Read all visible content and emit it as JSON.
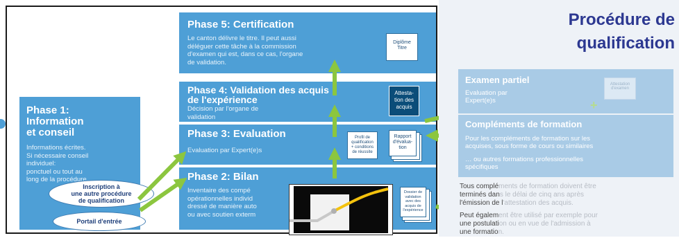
{
  "phase1": {
    "title": "Phase 1:\nInformation\net conseil",
    "body": "Informations écrites.\nSi nécessaire conseil\nindividuel:\nponctuel ou tout au\nlong de la procédure"
  },
  "ovals": {
    "inscription": "Inscription à\nune autre procédure\nde qualification",
    "portail": "Portail d'entrée"
  },
  "phase2": {
    "title": "Phase 2: Bilan",
    "body": "Inventaire des compé\nopérationnelles individ\ndressé de manière auto\nou avec soutien exterm"
  },
  "phase3": {
    "title": "Phase 3: Evaluation",
    "body": "Evaluation par Expert(e)s"
  },
  "phase4": {
    "title": "Phase 4: Validation des acquis\nde l'expérience",
    "body": "Décision par l'organe de\nvalidation"
  },
  "phase5": {
    "title": "Phase 5: Certification",
    "body": "Le canton délivre le titre. Il peut aussi\ndéléguer cette tâche à la commission\nd'examen qui est, dans ce cas, l'organe\nde validation."
  },
  "docs": {
    "diplome": "Diplôme\nTitre",
    "attestation": "Attesta-\ntion des\nacquis",
    "profil": "Profil de\nqualification\n+ conditions\nde réussite",
    "rapport": "Rapport\nd'évalua-\ntion",
    "dossier": "Dossier de\nvalidation\navec des\nacquis de\nl'expérience"
  },
  "side": {
    "heading": "Procédure de\nqualification",
    "examen_title": "Examen partiel",
    "examen_body": "Evaluation par\nExpert(e)s",
    "examen_doc": "Attestation\nd'examen",
    "complements_title": "Compléments de formation",
    "complements_body": "Pour les compléments de formation sur les\nacquises, sous forme de cours ou similaires",
    "complements_body2": "… ou autres formations professionnelles\nspécifiques",
    "note1_dark": "Tous complé",
    "note1_faded": "ments de formation doivent être",
    "note1_dark2": "terminés dan",
    "note1_faded2": "s le délai de cinq ans après",
    "note1_dark3": "l'émission de l",
    "note1_faded3": "'attestation des acquis.",
    "note2_dark": "Peut égalem",
    "note2_faded": "ent être utilisé par exemple pour",
    "note2_dark2": "une postulati",
    "note2_faded2": "on ou en vue de l'admission à",
    "note2_dark3": "une formatio",
    "note2_faded3": "n."
  },
  "colors": {
    "box": "#4e9fd6",
    "arrow": "#8cc63f",
    "dark_doc": "#0b4d79",
    "heading": "#2c3891"
  }
}
